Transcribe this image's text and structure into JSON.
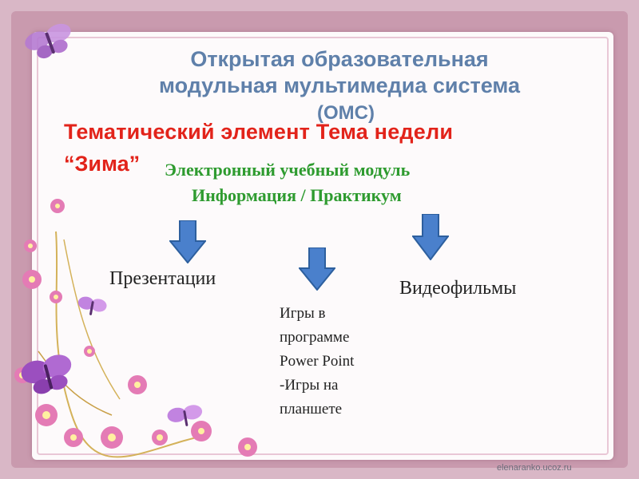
{
  "slide": {
    "title_line1": "Открытая образовательная",
    "title_line2": "модульная мультимедиа система",
    "title_line3": "(ОМС)",
    "red_line1": "Тематический элемент Тема недели",
    "red_line2": "“Зима”",
    "green_line1": "Электронный учебный  модуль",
    "green_line2": "Информация / Практикум",
    "branch_presentations": "Презентации",
    "branch_videos": "Видеофильмы",
    "games_lines": [
      "Игры в",
      "программе",
      "Power Point",
      "-Игры на",
      "планшете"
    ],
    "watermark": "elenaranko.ucoz.ru"
  },
  "colors": {
    "title": "#5f80aa",
    "red": "#e2231a",
    "green": "#2e9b2f",
    "arrow": "#4a80cc",
    "frame": "#c99aae"
  },
  "icons": [
    "butterfly-icon",
    "flower-icon",
    "down-arrow-icon"
  ]
}
